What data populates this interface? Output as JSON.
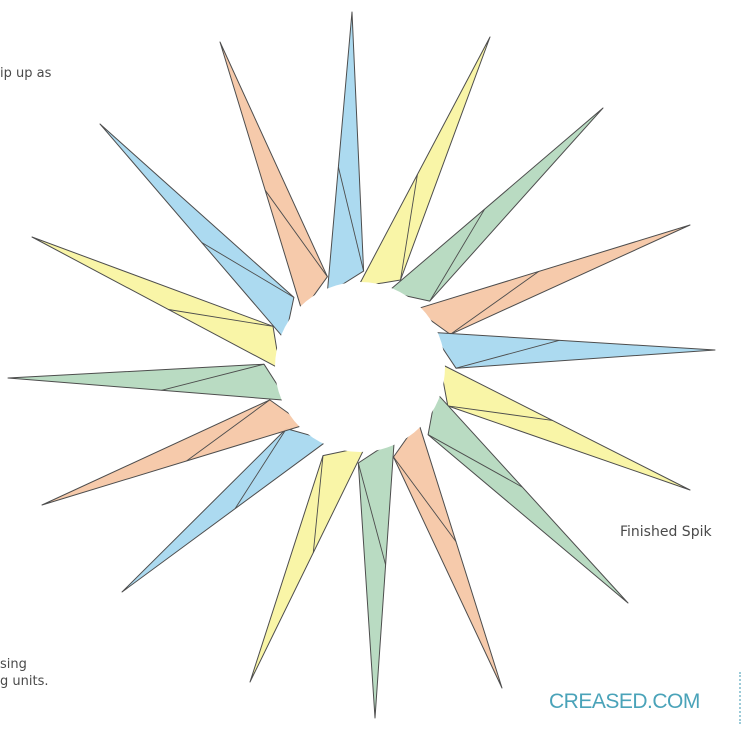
{
  "diagram": {
    "colors": {
      "blue": "#a8d8ef",
      "yellow": "#f9f4a2",
      "green": "#b5d9bf",
      "orange": "#f6c7a6",
      "edge": "#4d4d4d"
    },
    "spike_color_order": [
      "blue",
      "yellow",
      "green",
      "orange",
      "blue",
      "yellow",
      "green",
      "orange",
      "green",
      "yellow",
      "blue",
      "orange",
      "green",
      "yellow",
      "blue",
      "orange"
    ],
    "spike_count": 16
  },
  "labels": {
    "caption_top": "ip up as",
    "caption_bottom_line1": "sing",
    "caption_bottom_line2": "g units.",
    "caption_right": "Finished Spik",
    "brand": "CREASED.COM"
  }
}
